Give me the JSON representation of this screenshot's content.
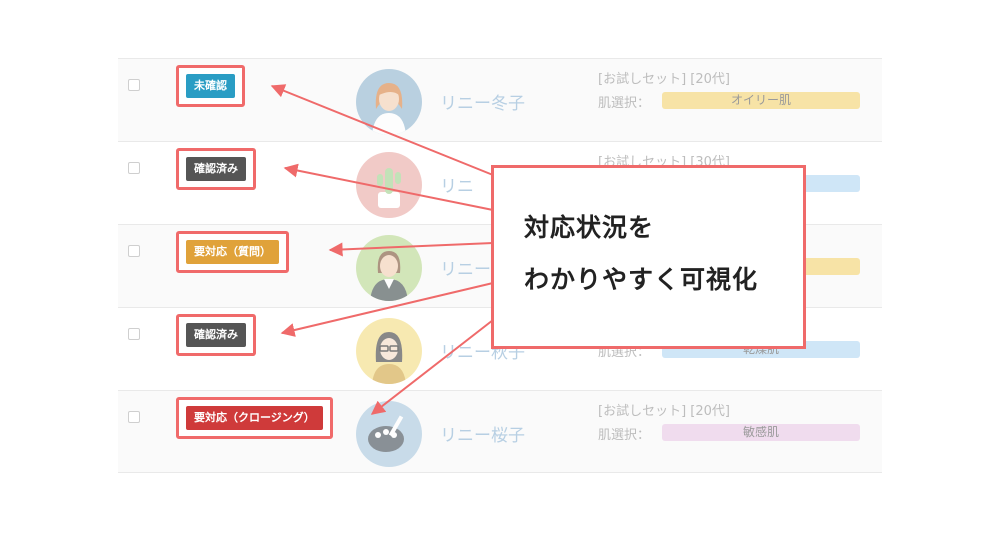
{
  "rows": [
    {
      "status": "未確認",
      "status_color": "#2a9dc4",
      "avatar_icon": "woman-orange-hair-avatar-icon",
      "avatar_bg": "#8eb5cf",
      "name": "リニー冬子",
      "trial": "[お試しセット] [20代]",
      "skin_label": "肌選択：",
      "skin_type": "オイリー肌",
      "skin_color": "#f7e3a6"
    },
    {
      "status": "確認済み",
      "status_color": "#555555",
      "avatar_icon": "cactus-avatar-icon",
      "avatar_bg": "#e8a7a2",
      "name": "リニ",
      "trial": "[お試しセット] [30代]",
      "skin_label": "",
      "skin_type": "",
      "skin_color": "#cfe6f7"
    },
    {
      "status": "要対応（質問）",
      "status_color": "#e0a23a",
      "avatar_icon": "businesswoman-avatar-icon",
      "avatar_bg": "#b8d98f",
      "name": "リニー",
      "trial": "",
      "skin_label": "",
      "skin_type": "",
      "skin_color": "#f7e3a6"
    },
    {
      "status": "確認済み",
      "status_color": "#555555",
      "avatar_icon": "woman-glasses-avatar-icon",
      "avatar_bg": "#f3dc7e",
      "name": "リニー秋子",
      "trial": "",
      "skin_label": "肌選択：",
      "skin_type": "乾燥肌",
      "skin_color": "#cfe6f7"
    },
    {
      "status": "要対応（クロージング）",
      "status_color": "#cf3a3a",
      "avatar_icon": "paint-palette-avatar-icon",
      "avatar_bg": "#a7c7de",
      "name": "リニー桜子",
      "trial": "[お試しセット] [20代]",
      "skin_label": "肌選択：",
      "skin_type": "敏感肌",
      "skin_color": "#f0dcee"
    }
  ],
  "callout": {
    "line1": "対応状況を",
    "line2": "わかりやすく可視化"
  },
  "colors": {
    "annotation": "#ef6a6a",
    "name_text": "#b7cfe3"
  }
}
